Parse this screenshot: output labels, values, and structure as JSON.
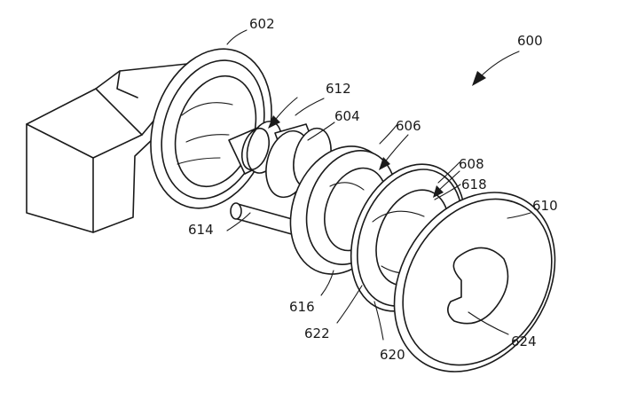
{
  "figure": {
    "labels": {
      "l600": "600",
      "l602": "602",
      "l604": "604",
      "l606": "606",
      "l608": "608",
      "l610": "610",
      "l612": "612",
      "l614": "614",
      "l616": "616",
      "l618": "618",
      "l620": "620",
      "l622": "622",
      "l624": "624"
    },
    "line_color": "#1a1a1a",
    "background": "#ffffff"
  }
}
